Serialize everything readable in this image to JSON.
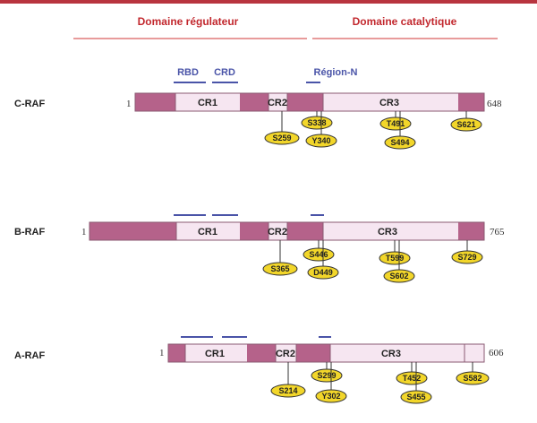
{
  "header": {
    "regulatory": "Domaine régulateur",
    "catalytic": "Domaine catalytique"
  },
  "colors": {
    "accent": "#c2282e",
    "segment_dark": "#b5628a",
    "segment_light": "#f6e6f1",
    "annotation": "#4a54a8",
    "site_fill": "#f2d62a"
  },
  "subdomains": {
    "rbd": "RBD",
    "crd": "CRD",
    "region_n": "Région-N"
  },
  "proteins": [
    {
      "name": "C-RAF",
      "start": "1",
      "end": "648",
      "domains": {
        "cr1": "CR1",
        "cr2": "CR2",
        "cr3": "CR3"
      },
      "sites": [
        "S259",
        "S338",
        "Y340",
        "T491",
        "S494",
        "S621"
      ]
    },
    {
      "name": "B-RAF",
      "start": "1",
      "end": "765",
      "domains": {
        "cr1": "CR1",
        "cr2": "CR2",
        "cr3": "CR3"
      },
      "sites": [
        "S365",
        "S446",
        "D449",
        "T599",
        "S602",
        "S729"
      ]
    },
    {
      "name": "A-RAF",
      "start": "1",
      "end": "606",
      "domains": {
        "cr1": "CR1",
        "cr2": "CR2",
        "cr3": "CR3"
      },
      "sites": [
        "S214",
        "S299",
        "Y302",
        "T452",
        "S455",
        "S582"
      ]
    }
  ]
}
